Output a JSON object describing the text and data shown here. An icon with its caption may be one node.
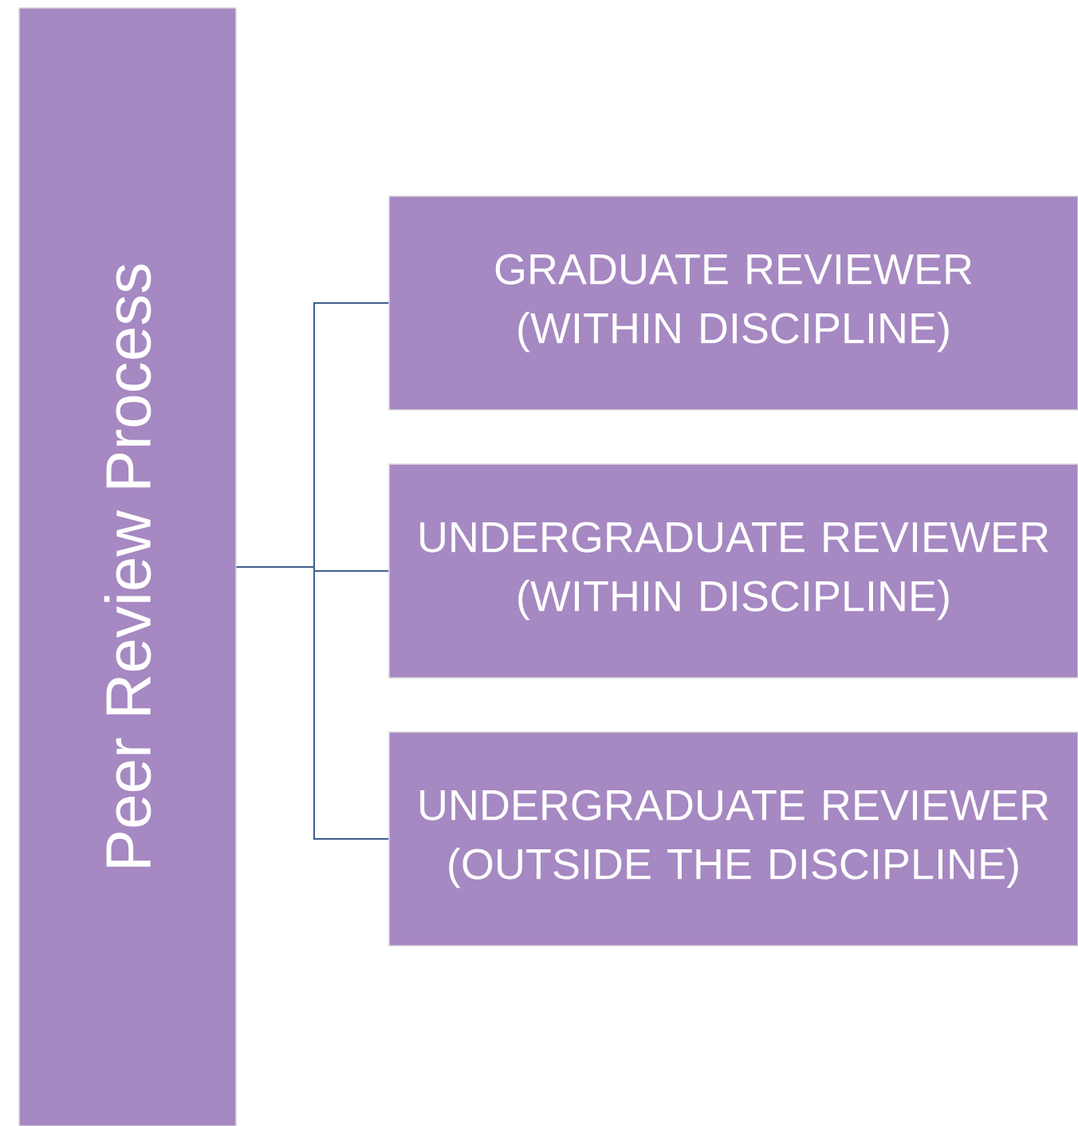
{
  "diagram": {
    "nodes": [
      {
        "text": [
          "Peer Review Process"
        ]
      },
      {
        "text": [
          "GRADUATE REVIEWER (WITHIN DISCIPLINE)"
        ]
      },
      {
        "text": [
          "UNDERGRADUATE REVIEWER (WITHIN DISCIPLINE)"
        ]
      },
      {
        "text": [
          "UNDERGRADUATE REVIEWER (OUTSIDE THE DISCIPLINE)"
        ]
      }
    ],
    "edges": [
      {
        "from": 0,
        "to": 1,
        "arrow": "none"
      },
      {
        "from": 0,
        "to": 2,
        "arrow": "none"
      },
      {
        "from": 0,
        "to": 3,
        "arrow": "none"
      }
    ]
  }
}
